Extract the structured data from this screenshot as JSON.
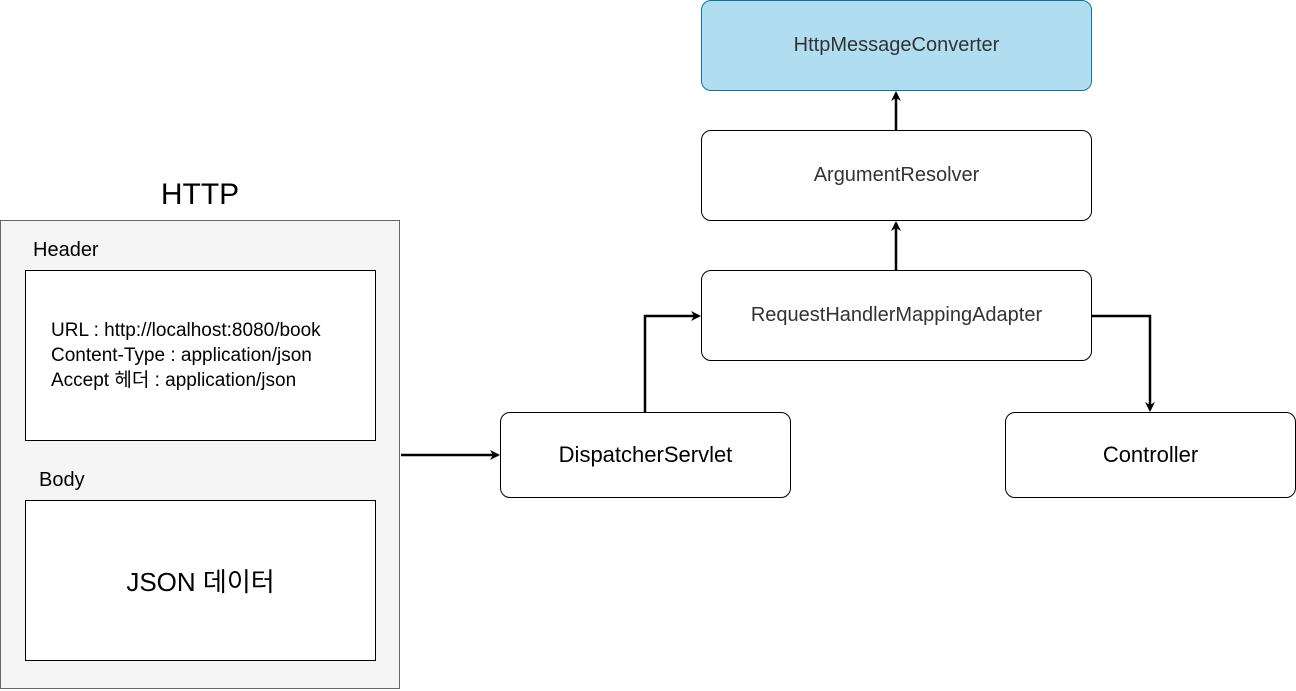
{
  "http": {
    "title": "HTTP",
    "header_label": "Header",
    "header_lines": [
      "URL : http://localhost:8080/book",
      "Content-Type : application/json",
      "Accept 헤더 : application/json"
    ],
    "body_label": "Body",
    "body_text": "JSON 데이터"
  },
  "nodes": {
    "http_message_converter": "HttpMessageConverter",
    "argument_resolver": "ArgumentResolver",
    "request_handler_mapping_adapter": "RequestHandlerMappingAdapter",
    "dispatcher_servlet": "DispatcherServlet",
    "controller": "Controller"
  },
  "colors": {
    "highlight_fill": "#b1ddf0",
    "highlight_stroke": "#10739e",
    "panel_fill": "#f5f5f5"
  }
}
